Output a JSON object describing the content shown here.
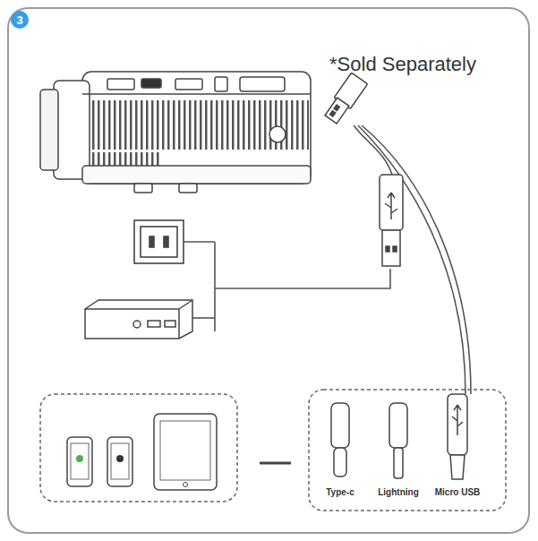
{
  "diagram": {
    "labels": [
      "3",
      "*Sold Separately",
      "Type-c",
      "Lightning",
      "Micro USB"
    ]
  }
}
